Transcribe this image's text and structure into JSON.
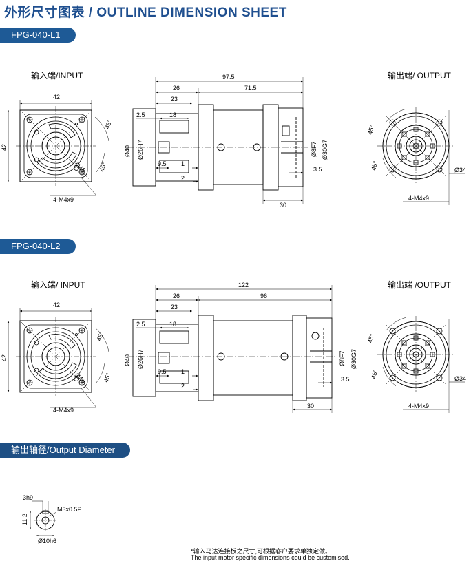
{
  "title": "外形尺寸图表 / OUTLINE DIMENSION SHEET",
  "sections": [
    {
      "tag": "FPG-040-L1",
      "input_label": "输入端/INPUT",
      "output_label": "输出端/ OUTPUT",
      "dims": {
        "square": "42",
        "side": "42",
        "angle_a": "45°",
        "angle_b": "45°",
        "pcd": "Ø46",
        "screws_in": "4-M4x9",
        "total": "97.5",
        "d26": "26",
        "body": "71.5",
        "d23": "23",
        "d2_5": "2.5",
        "d18": "18",
        "dia40": "Ø40",
        "dia26": "Ø26H7",
        "d9_5": "9.5",
        "d1": "1",
        "d2": "2",
        "dia8": "Ø8F7",
        "dia30": "Ø30G7",
        "d3_5": "3.5",
        "d30": "30",
        "out_a": "45°",
        "out_b": "45°",
        "dia34": "Ø34",
        "screws_out": "4-M4x9"
      }
    },
    {
      "tag": "FPG-040-L2",
      "input_label": "输入端/ INPUT",
      "output_label": "输出端 /OUTPUT",
      "dims": {
        "square": "42",
        "side": "42",
        "angle_a": "45°",
        "angle_b": "45°",
        "pcd": "Ø46",
        "screws_in": "4-M4x9",
        "total": "122",
        "d26": "26",
        "body": "96",
        "d23": "23",
        "d2_5": "2.5",
        "d18": "18",
        "dia40": "Ø40",
        "dia26": "Ø26H7",
        "d9_5": "9.5",
        "d1": "1",
        "d2": "2",
        "dia8": "Ø8F7",
        "dia30": "Ø30G7",
        "d3_5": "3.5",
        "d30": "30",
        "out_a": "45°",
        "out_b": "45°",
        "dia34": "Ø34",
        "screws_out": "4-M4x9"
      }
    }
  ],
  "output_diameter": {
    "tag": "输出轴径/Output Diameter",
    "key": "3h9",
    "height": "11.2",
    "thread": "M3x0.5P",
    "dia": "Ø10h6"
  },
  "note": {
    "cn": "*输入马达连接板之尺寸,可根据客户要求单独定做。",
    "en": "The input motor specific dimensions could be customised."
  },
  "colors": {
    "title": "#1f4f8f",
    "tag": "#1e5a96",
    "line": "#000000"
  }
}
